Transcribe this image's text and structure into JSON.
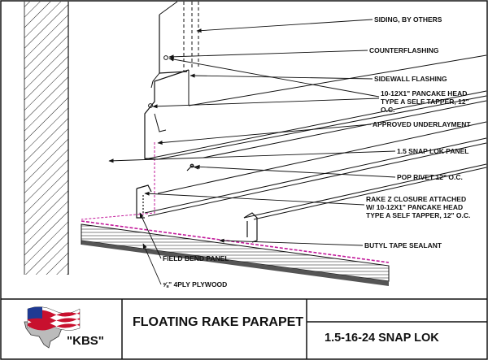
{
  "callouts": [
    {
      "id": "siding",
      "lines": [
        "SIDING, BY OTHERS"
      ]
    },
    {
      "id": "counterflashing",
      "lines": [
        "COUNTERFLASHING"
      ]
    },
    {
      "id": "sidewall-flashing",
      "lines": [
        "SIDEWALL FLASHING"
      ]
    },
    {
      "id": "screw",
      "lines": [
        "10-12X1\" PANCAKE HEAD",
        "TYPE A SELF TAPPER, 12\"",
        "O.C."
      ]
    },
    {
      "id": "underlayment",
      "lines": [
        "APPROVED UNDERLAYMENT"
      ]
    },
    {
      "id": "panel",
      "lines": [
        "1.5 SNAP LOK PANEL"
      ]
    },
    {
      "id": "pop-rivet",
      "lines": [
        "POP RIVET 12\" O.C."
      ]
    },
    {
      "id": "rake-z",
      "lines": [
        "RAKE Z CLOSURE ATTACHED",
        "W/ 10-12X1\" PANCAKE HEAD",
        "TYPE A SELF TAPPER, 12\" O.C."
      ]
    },
    {
      "id": "butyl",
      "lines": [
        "BUTYL TAPE SEALANT"
      ]
    },
    {
      "id": "field-bend",
      "lines": [
        "FIELD BEND PANEL"
      ]
    },
    {
      "id": "plywood",
      "lines": [
        "⅝\" 4PLY PLYWOOD"
      ]
    }
  ],
  "title_block": {
    "company": "\"KBS\"",
    "title": "FLOATING RAKE PARAPET",
    "code": "1.5-16-24 SNAP LOK"
  },
  "colors": {
    "line": "#1a1a1a",
    "underlayment": "#c2189a",
    "flag_red": "#c8102e",
    "flag_blue": "#1f3a93"
  }
}
